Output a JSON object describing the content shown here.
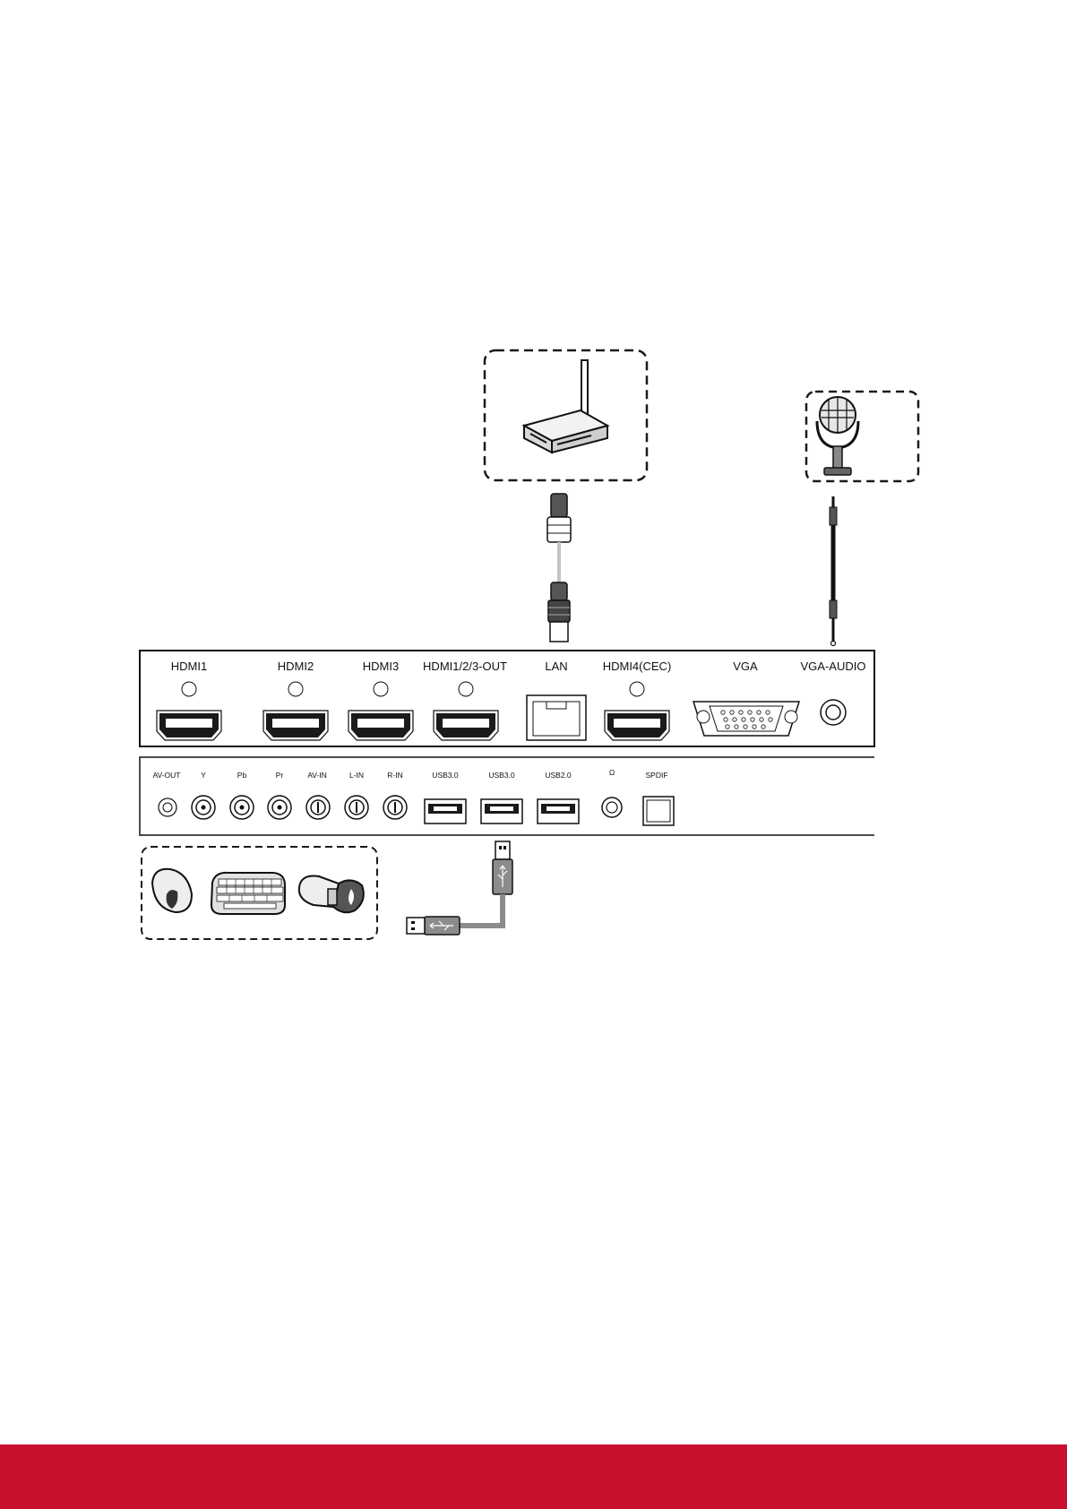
{
  "panel_top": {
    "ports": [
      {
        "label": "HDMI1"
      },
      {
        "label": "HDMI2"
      },
      {
        "label": "HDMI3"
      },
      {
        "label": "HDMI1/2/3-OUT"
      },
      {
        "label": "LAN"
      },
      {
        "label": "HDMI4(CEC)"
      },
      {
        "label": "VGA"
      },
      {
        "label": "VGA-AUDIO"
      }
    ]
  },
  "panel_bottom": {
    "ports": [
      {
        "label": "AV-OUT"
      },
      {
        "label": "Y"
      },
      {
        "label": "Pb"
      },
      {
        "label": "Pr"
      },
      {
        "label": "AV-IN"
      },
      {
        "label": "L-IN"
      },
      {
        "label": "R-IN"
      },
      {
        "label": "USB3.0"
      },
      {
        "label": "USB3.0"
      },
      {
        "label": "USB2.0"
      },
      {
        "label": "Ω"
      },
      {
        "label": "SPDIF"
      }
    ]
  },
  "devices": {
    "router": "router-icon",
    "microphone": "microphone-icon",
    "mouse": "mouse-icon",
    "keyboard": "keyboard-icon",
    "usb_drive": "usb-drive-icon"
  },
  "colors": {
    "footer": "#c8102e",
    "line": "#1a1a1a",
    "usb_cable": "#8c8c8c"
  }
}
